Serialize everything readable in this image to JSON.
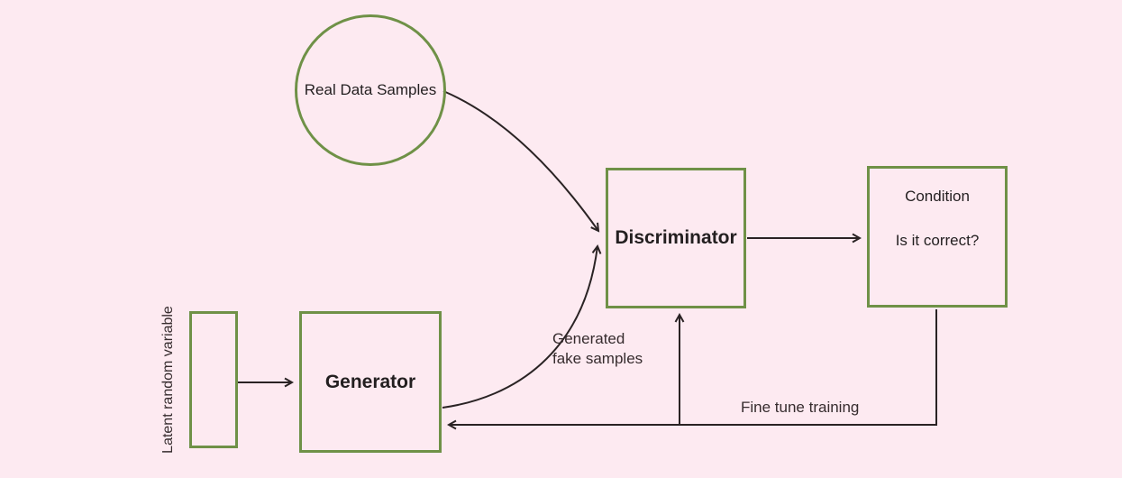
{
  "nodes": {
    "real_data": {
      "label": "Real Data Samples"
    },
    "discriminator": {
      "label": "Discriminator"
    },
    "condition": {
      "line1": "Condition",
      "line2": "Is it correct?"
    },
    "generator": {
      "label": "Generator"
    },
    "latent": {
      "label": "Latent random variable"
    }
  },
  "edge_labels": {
    "generated_fake": {
      "line1": "Generated",
      "line2": "fake samples"
    },
    "fine_tune": {
      "label": "Fine tune training"
    }
  },
  "colors": {
    "background": "#FDEAF1",
    "node_border": "#6F9147",
    "line": "#2A2324",
    "text": "#231F20"
  }
}
